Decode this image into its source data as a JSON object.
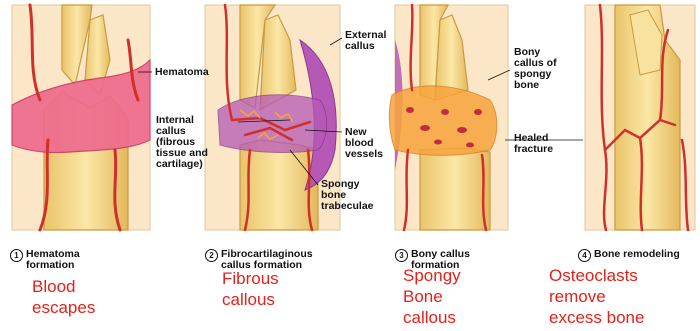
{
  "colors": {
    "bone_fill": "#f4dc8c",
    "bone_edge": "#c99a40",
    "skin": "#fbe7c8",
    "vessel": "#d0302a",
    "hematoma": "#ee6b8e",
    "fibro": "#b659b6",
    "spongy": "#f7a43c",
    "caption": "#e3221b"
  },
  "panels": [
    {
      "step_number": "1",
      "step_title": "Hematoma\nformation",
      "caption": "Blood\nescapes",
      "labels": [
        "Hematoma"
      ]
    },
    {
      "step_number": "2",
      "step_title": "Fibrocartilaginous\ncallus formation",
      "caption": "Fibrous\ncallous",
      "labels": [
        "External\ncallus",
        "Internal\ncallus\n(fibrous\ntissue and\ncartilage)",
        "New\nblood\nvessels",
        "Spongy\nbone\ntrabeculae"
      ]
    },
    {
      "step_number": "3",
      "step_title": "Bony callus\nformation",
      "caption": "Spongy\nBone\ncallous",
      "labels": [
        "Bony\ncallus of\nspongy\nbone"
      ]
    },
    {
      "step_number": "4",
      "step_title": "Bone remodeling",
      "caption": "Osteoclasts\nremove\nexcess bone",
      "labels": [
        "Healed\nfracture"
      ]
    }
  ]
}
